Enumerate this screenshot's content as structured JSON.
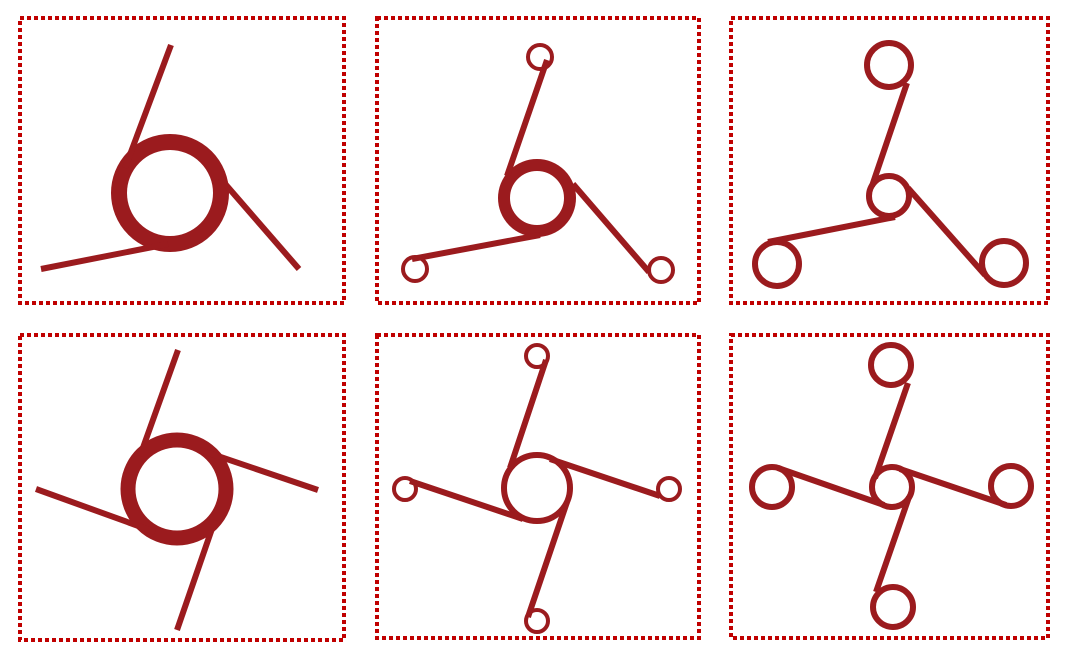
{
  "colors": {
    "stroke": "#9b1b1e",
    "frame": "#c00000",
    "background": "#ffffff"
  },
  "grid": {
    "rows": 2,
    "columns": 3
  },
  "panels": [
    {
      "id": "top-left",
      "arms": 3,
      "end_loops": "none",
      "hub_ring": "thick"
    },
    {
      "id": "top-middle",
      "arms": 3,
      "end_loops": "small",
      "hub_ring": "medium"
    },
    {
      "id": "top-right",
      "arms": 3,
      "end_loops": "large",
      "hub_ring": "thin"
    },
    {
      "id": "bottom-left",
      "arms": 4,
      "end_loops": "none",
      "hub_ring": "thick"
    },
    {
      "id": "bottom-middle",
      "arms": 4,
      "end_loops": "small",
      "hub_ring": "medium"
    },
    {
      "id": "bottom-right",
      "arms": 4,
      "end_loops": "large",
      "hub_ring": "thin"
    }
  ]
}
